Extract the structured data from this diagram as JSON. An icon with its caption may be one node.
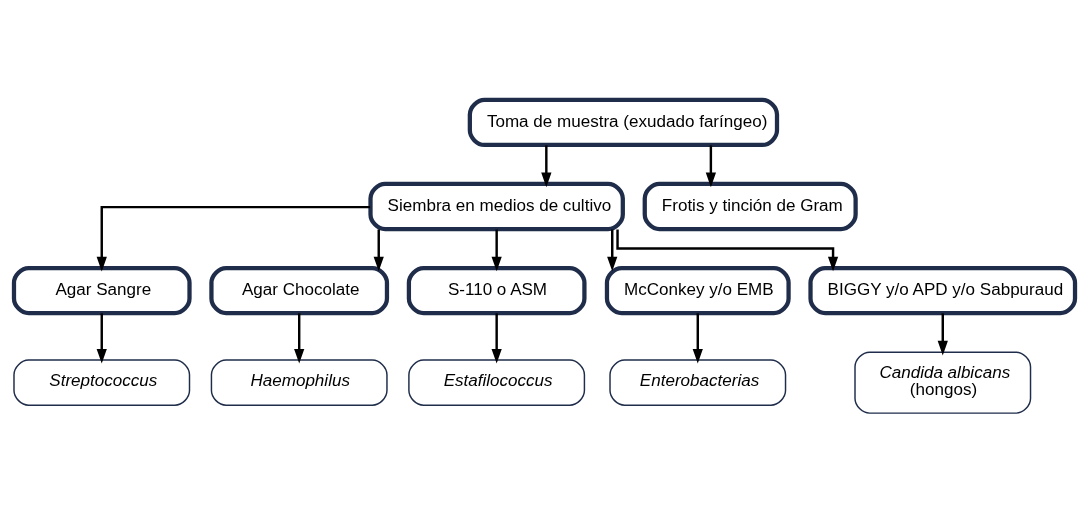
{
  "diagram": {
    "nodes": [
      {
        "text": [
          "Toma de muestra (exudado faríngeo)"
        ]
      },
      {
        "text": [
          "Siembra en medios de cultivo"
        ]
      },
      {
        "text": [
          "Frotis y tinción de Gram"
        ]
      },
      {
        "text": [
          "Agar Sangre"
        ]
      },
      {
        "text": [
          "Agar Chocolate"
        ]
      },
      {
        "text": [
          "S-110 o ASM"
        ]
      },
      {
        "text": [
          "McConkey y/o EMB"
        ]
      },
      {
        "text": [
          "BIGGY y/o APD y/o Sabpuraud"
        ]
      },
      {
        "text": [
          "Streptococcus"
        ]
      },
      {
        "text": [
          "Haemophilus"
        ]
      },
      {
        "text": [
          "Estafilococcus"
        ]
      },
      {
        "text": [
          "Enterobacterias"
        ]
      },
      {
        "text": [
          "Candida albicans",
          "(hongos)"
        ]
      }
    ],
    "edges": [
      {
        "from": 0,
        "to": 1,
        "arrow": "to"
      },
      {
        "from": 0,
        "to": 2,
        "arrow": "to"
      },
      {
        "from": 1,
        "to": 3,
        "arrow": "to"
      },
      {
        "from": 1,
        "to": 4,
        "arrow": "to"
      },
      {
        "from": 1,
        "to": 5,
        "arrow": "to"
      },
      {
        "from": 1,
        "to": 6,
        "arrow": "to"
      },
      {
        "from": 1,
        "to": 7,
        "arrow": "to"
      },
      {
        "from": 3,
        "to": 8,
        "arrow": "to"
      },
      {
        "from": 4,
        "to": 9,
        "arrow": "to"
      },
      {
        "from": 5,
        "to": 10,
        "arrow": "to"
      },
      {
        "from": 6,
        "to": 11,
        "arrow": "to"
      },
      {
        "from": 7,
        "to": 12,
        "arrow": "to"
      }
    ]
  }
}
